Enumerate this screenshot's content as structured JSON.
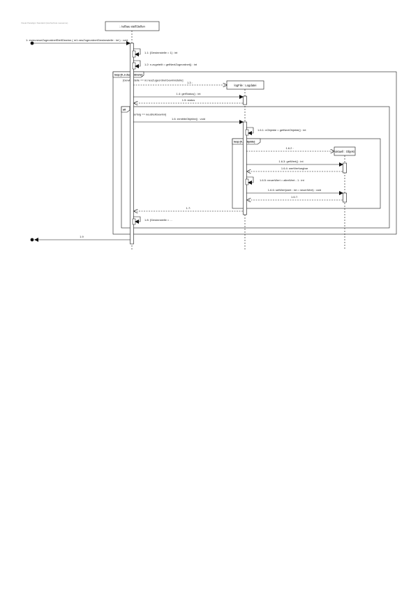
{
  "header": {
    "text": "Visual Paradigm Standard (Hochschule Lausanne)"
  },
  "lifelines": {
    "aufbaustellstellen": ": Aufbau stellStellen",
    "logfile": "logFile : Logdatei",
    "aktuell": "aktuell : Objekt"
  },
  "frames": {
    "loop1": {
      "tag": "loop [0..n Zugeordnete]",
      "guard": "[Gewinnstelle == nr.neuZugeordnetGewinnstelle]"
    },
    "alt": {
      "tag": "alt",
      "guard": "[erfolg == neuStellGewinn]"
    },
    "loop2": {
      "tag": "loop [0..nObjekte]"
    }
  },
  "messages": {
    "m1": "1: erzeuneueZugeordnetStellGewinn ( nr1.neuZugeordnetGewinnstelle : int ) : void",
    "m11": "1.1: [Gewinnstelle = 1] : int",
    "m12": "1.2: n.zugeteilt = getNextZugeordnet() : int",
    "m13": "1.3 :",
    "m14": "1.4: getStatus() : int",
    "m15": "1.5: status",
    "m16": "1.6: ermittleObjekte() : void",
    "m161": "1.6.1: nObjekte = getNextObjekte() : int",
    "m162": "1.6.2 :",
    "m163": "1.6.3: getWert() : int",
    "m164": "1.6.4: wertVerfuegbar",
    "m165": "1.6.5: neuerWert = alterWert - 1 : int",
    "m166": "1.6.6: setWert(wert : int = neuerWert) : void",
    "m167": "1.6.7:",
    "m17": "1.7:",
    "m18": "1.8: [Gewinnstelle = ...",
    "m19": "1.9"
  }
}
